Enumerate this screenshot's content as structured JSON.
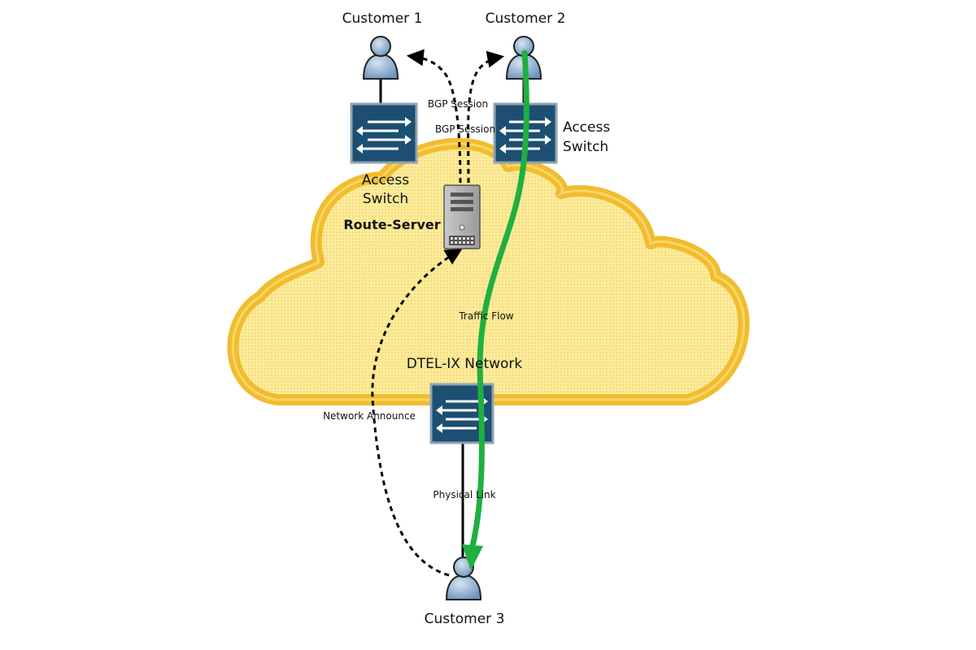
{
  "nodes": {
    "customer_1": "Customer 1",
    "customer_2": "Customer 2",
    "customer_3": "Customer 3",
    "access_switch_left_line1": "Access",
    "access_switch_left_line2": "Switch",
    "access_switch_right_line1": "Access",
    "access_switch_right_line2": "Switch",
    "route_server": "Route-Server",
    "network": "DTEL-IX Network"
  },
  "edges": {
    "bgp_session_1": "BGP Session",
    "bgp_session_2": "BGP Session",
    "traffic_flow": "Traffic Flow",
    "network_announce": "Network Announce",
    "physical_link": "Physical Link"
  },
  "colors": {
    "cloud_fill": "#FCEB9A",
    "cloud_stroke": "#F2BC2E",
    "switch_fill": "#1D4F73",
    "switch_border": "#8FA3B3",
    "traffic_flow": "#1FB040",
    "person_fill": "#8FB2D6"
  },
  "icons": {
    "customer": "person-icon",
    "access_switch": "switch-icon",
    "route_server": "server-icon"
  }
}
